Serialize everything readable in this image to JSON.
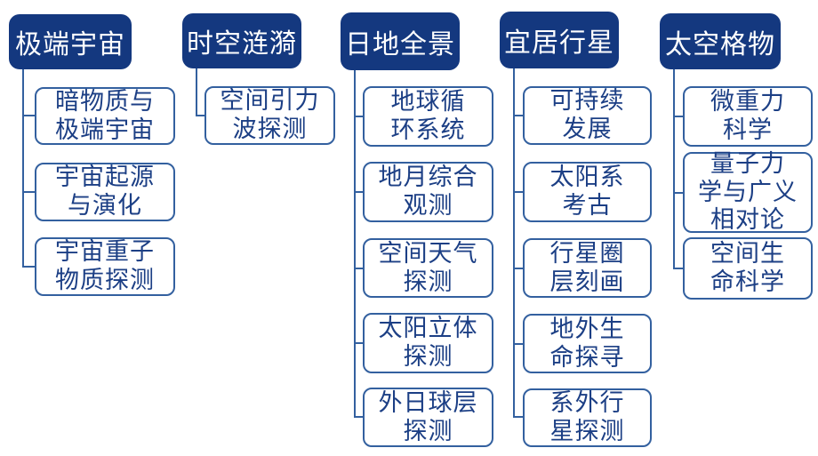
{
  "diagram": {
    "title_implicit": "",
    "colors": {
      "header_bg": "#14387f",
      "header_text": "#ffffff",
      "box_border": "#33609f",
      "box_text": "#1c3f85",
      "background": "#ffffff"
    },
    "columns": [
      {
        "header": "极端宇宙",
        "children": [
          {
            "text": "暗物质与\n极端宇宙"
          },
          {
            "text": "宇宙起源\n与演化"
          },
          {
            "text": "宇宙重子\n物质探测"
          }
        ]
      },
      {
        "header": "时空涟漪",
        "children": [
          {
            "text": "空间引力\n波探测"
          }
        ]
      },
      {
        "header": "日地全景",
        "children": [
          {
            "text": "地球循\n环系统"
          },
          {
            "text": "地月综合\n观测"
          },
          {
            "text": "空间天气\n探测"
          },
          {
            "text": "太阳立体\n探测"
          },
          {
            "text": "外日球层\n探测"
          }
        ]
      },
      {
        "header": "宜居行星",
        "children": [
          {
            "text": "可持续\n发展"
          },
          {
            "text": "太阳系\n考古"
          },
          {
            "text": "行星圈\n层刻画"
          },
          {
            "text": "地外生\n命探寻"
          },
          {
            "text": "系外行\n星探测"
          }
        ]
      },
      {
        "header": "太空格物",
        "children": [
          {
            "text": "微重力\n科学"
          },
          {
            "text": "量子力\n学与广义\n相对论"
          },
          {
            "text": "空间生\n命科学"
          }
        ]
      }
    ]
  }
}
